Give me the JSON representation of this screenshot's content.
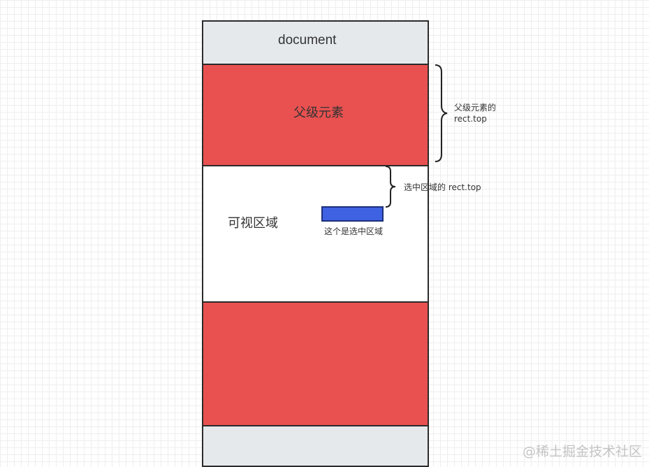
{
  "blocks": {
    "document": "document",
    "parent_element": "父级元素",
    "viewport": "可视区域",
    "selection": "这个是选中区域"
  },
  "annotations": {
    "parent_rect_top_line1": "父级元素的",
    "parent_rect_top_line2": "rect.top",
    "selection_rect_top": "选中区域的 rect.top"
  },
  "watermark": "@稀土掘金技术社区",
  "colors": {
    "document_fill": "#e6e9ec",
    "parent_fill": "#e85150",
    "selection_fill": "#3f62e3",
    "border": "#2b2b2b"
  }
}
